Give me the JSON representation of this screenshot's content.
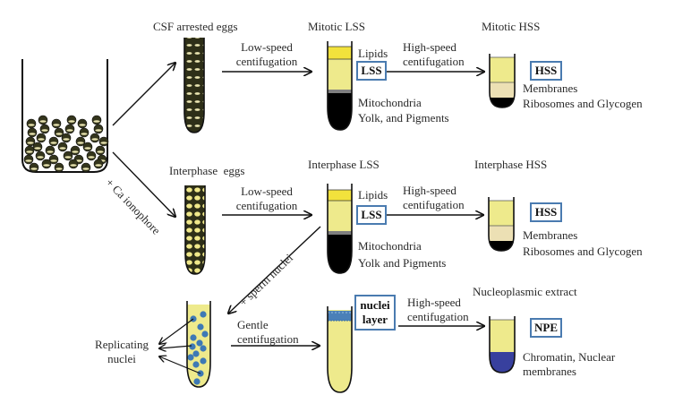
{
  "diagram": {
    "columns": {
      "csf_eggs": "CSF arrested eggs",
      "mitotic_lss": "Mitotic LSS",
      "mitotic_hss": "Mitotic HSS",
      "interphase_eggs": "Interphase  eggs",
      "interphase_lss": "Interphase LSS",
      "interphase_hss": "Interphase HSS",
      "npe_title": "Nucleoplasmic extract"
    },
    "steps": {
      "low_speed_1": "Low-speed",
      "low_speed_2": "centifugation",
      "high_speed_1": "High-speed",
      "high_speed_2": "centifugation",
      "gentle_1": "Gentle",
      "gentle_2": "centifugation",
      "ca_ionophore": "+ Ca ionophore",
      "sperm_nuclei": "+ sperm nuclei"
    },
    "layers": {
      "lipids": "Lipids",
      "mitochondria": "Mitochondria",
      "yolk_pigments_mitotic": "Yolk, and Pigments",
      "yolk_pigments_interphase": "Yolk and Pigments",
      "membranes": "Membranes",
      "ribosomes": "Ribosomes and Glycogen",
      "chromatin_1": "Chromatin, Nuclear",
      "chromatin_2": "membranes"
    },
    "boxes": {
      "lss": "LSS",
      "hss": "HSS",
      "nuclei_1": "nuclei",
      "nuclei_2": "layer",
      "npe": "NPE"
    },
    "replicating": {
      "line1": "Replicating",
      "line2": "nuclei"
    },
    "colors": {
      "cytoplasm": "#eeea8c",
      "lipid": "#f2e23c",
      "pellet": "#000000",
      "membranes": "#ece0b4",
      "mito_band": "#7f7f7f",
      "nuclei_blue": "#3e79b5",
      "chromatin": "#38409e",
      "box_border": "#4a7bb0",
      "egg_dark": "#34351c",
      "egg_light": "#e9e4b0"
    }
  }
}
